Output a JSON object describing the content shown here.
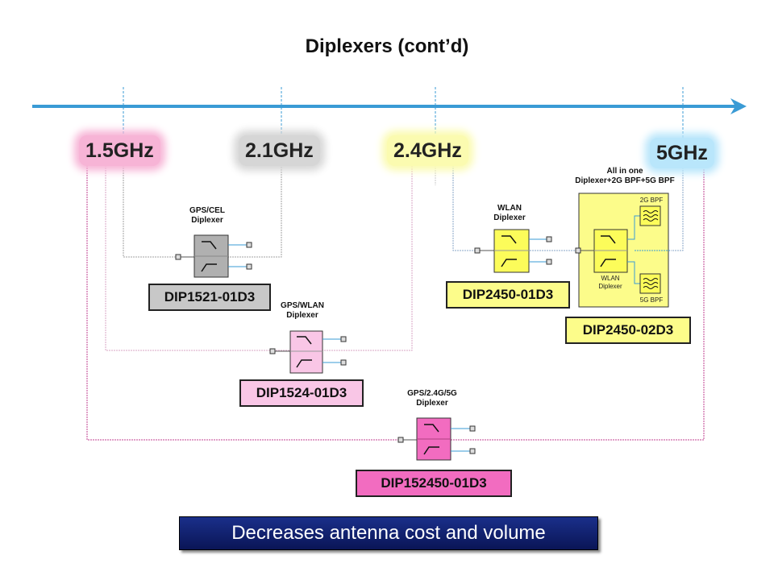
{
  "title": "Diplexers (cont’d)",
  "frequencies": [
    "1.5GHz",
    "2.1GHz",
    "2.4GHz",
    "5GHz"
  ],
  "diplexers": {
    "gps_cel": {
      "caption_1": "GPS/CEL",
      "caption_2": "Diplexer",
      "part": "DIP1521-01D3"
    },
    "gps_wlan": {
      "caption_1": "GPS/WLAN",
      "caption_2": "Diplexer",
      "part": "DIP1524-01D3"
    },
    "gps_24g_5g": {
      "caption_1": "GPS/2.4G/5G",
      "caption_2": "Diplexer",
      "part": "DIP152450-01D3"
    },
    "wlan": {
      "caption_1": "WLAN",
      "caption_2": "Diplexer",
      "part": "DIP2450-01D3"
    },
    "all_in_one": {
      "caption_1": "All in one",
      "caption_2": "Diplexer+2G  BPF+5G  BPF",
      "inner_1": "WLAN",
      "inner_2": "Diplexer",
      "bpf_2g": "2G BPF",
      "bpf_5g": "5G BPF",
      "part": "DIP2450-02D3"
    }
  },
  "banner": "Decreases antenna cost and volume",
  "colors": {
    "axis": "#3a9bd5",
    "gps_cel": "#c8c8c8",
    "gps_wlan": "#f9c6e6",
    "gps_24g_5g": "#f26cc0",
    "wlan": "#fcfc8a",
    "banner": "#0f1f6e"
  }
}
